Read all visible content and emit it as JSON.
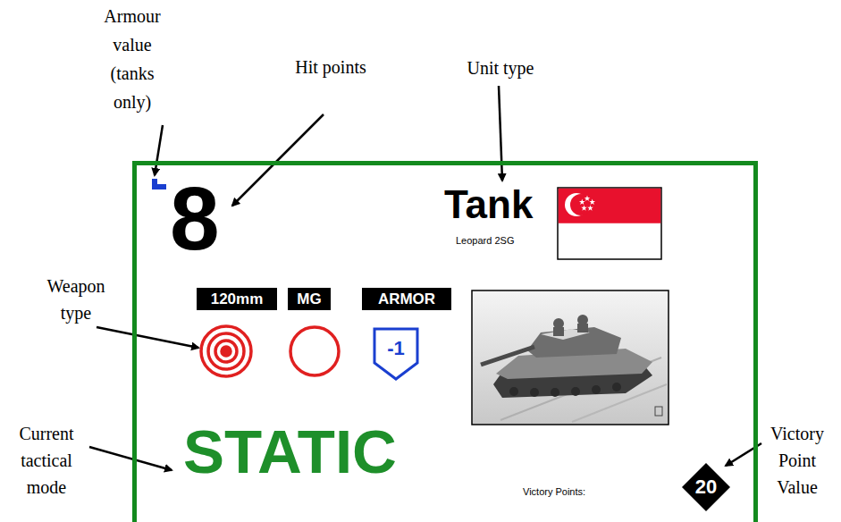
{
  "diagram": {
    "nodes": [
      {
        "text": [
          "8",
          "Tank",
          "Leopard 2SG",
          "STATIC",
          "Victory Points:"
        ]
      },
      {
        "text": [
          "120mm"
        ],
        "in": 0
      },
      {
        "text": [
          "MG"
        ],
        "in": 0
      },
      {
        "text": [
          "ARMOR"
        ],
        "in": 0
      },
      {
        "text": [
          "-1"
        ],
        "in": 0
      },
      {
        "text": [
          "20"
        ],
        "in": 0
      }
    ],
    "labels": [
      "Armour value (tanks only)",
      "Hit points",
      "Unit type",
      "Weapon type",
      "Current tactical mode",
      "Victory Point Value"
    ]
  }
}
